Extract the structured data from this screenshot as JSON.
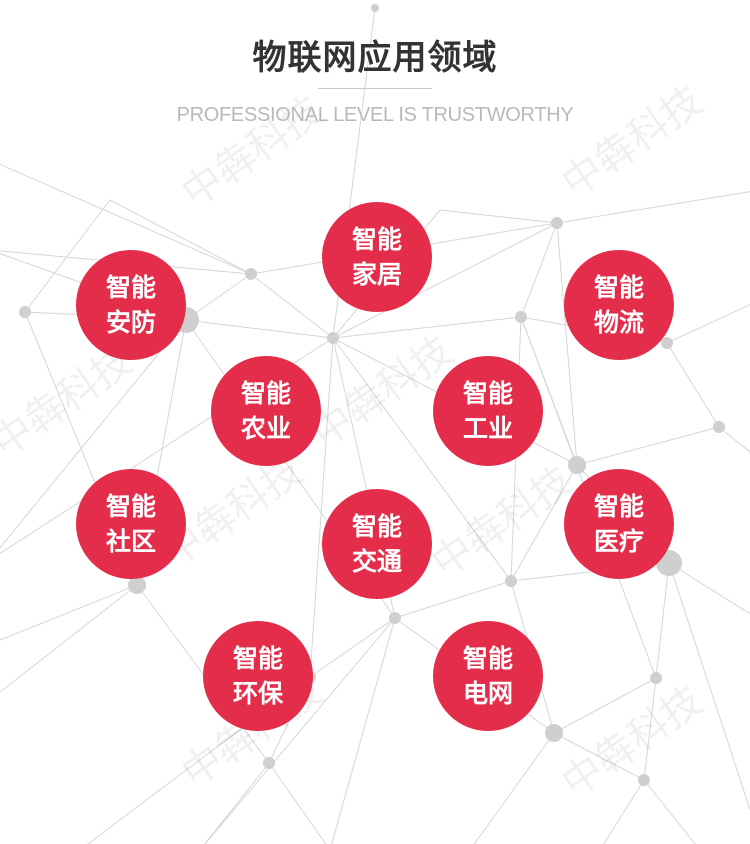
{
  "header": {
    "title": "物联网应用领域",
    "subtitle": "PROFESSIONAL LEVEL IS TRUSTWORTHY"
  },
  "watermark": "中犇科技",
  "colors": {
    "bubble": "#e32d4a",
    "line": "#d6d6d6",
    "node": "#cfcfcf"
  },
  "applications": [
    {
      "line1": "智能",
      "line2": "家居"
    },
    {
      "line1": "智能",
      "line2": "安防"
    },
    {
      "line1": "智能",
      "line2": "物流"
    },
    {
      "line1": "智能",
      "line2": "农业"
    },
    {
      "line1": "智能",
      "line2": "工业"
    },
    {
      "line1": "智能",
      "line2": "社区"
    },
    {
      "line1": "智能",
      "line2": "交通"
    },
    {
      "line1": "智能",
      "line2": "医疗"
    },
    {
      "line1": "智能",
      "line2": "环保"
    },
    {
      "line1": "智能",
      "line2": "电网"
    }
  ]
}
